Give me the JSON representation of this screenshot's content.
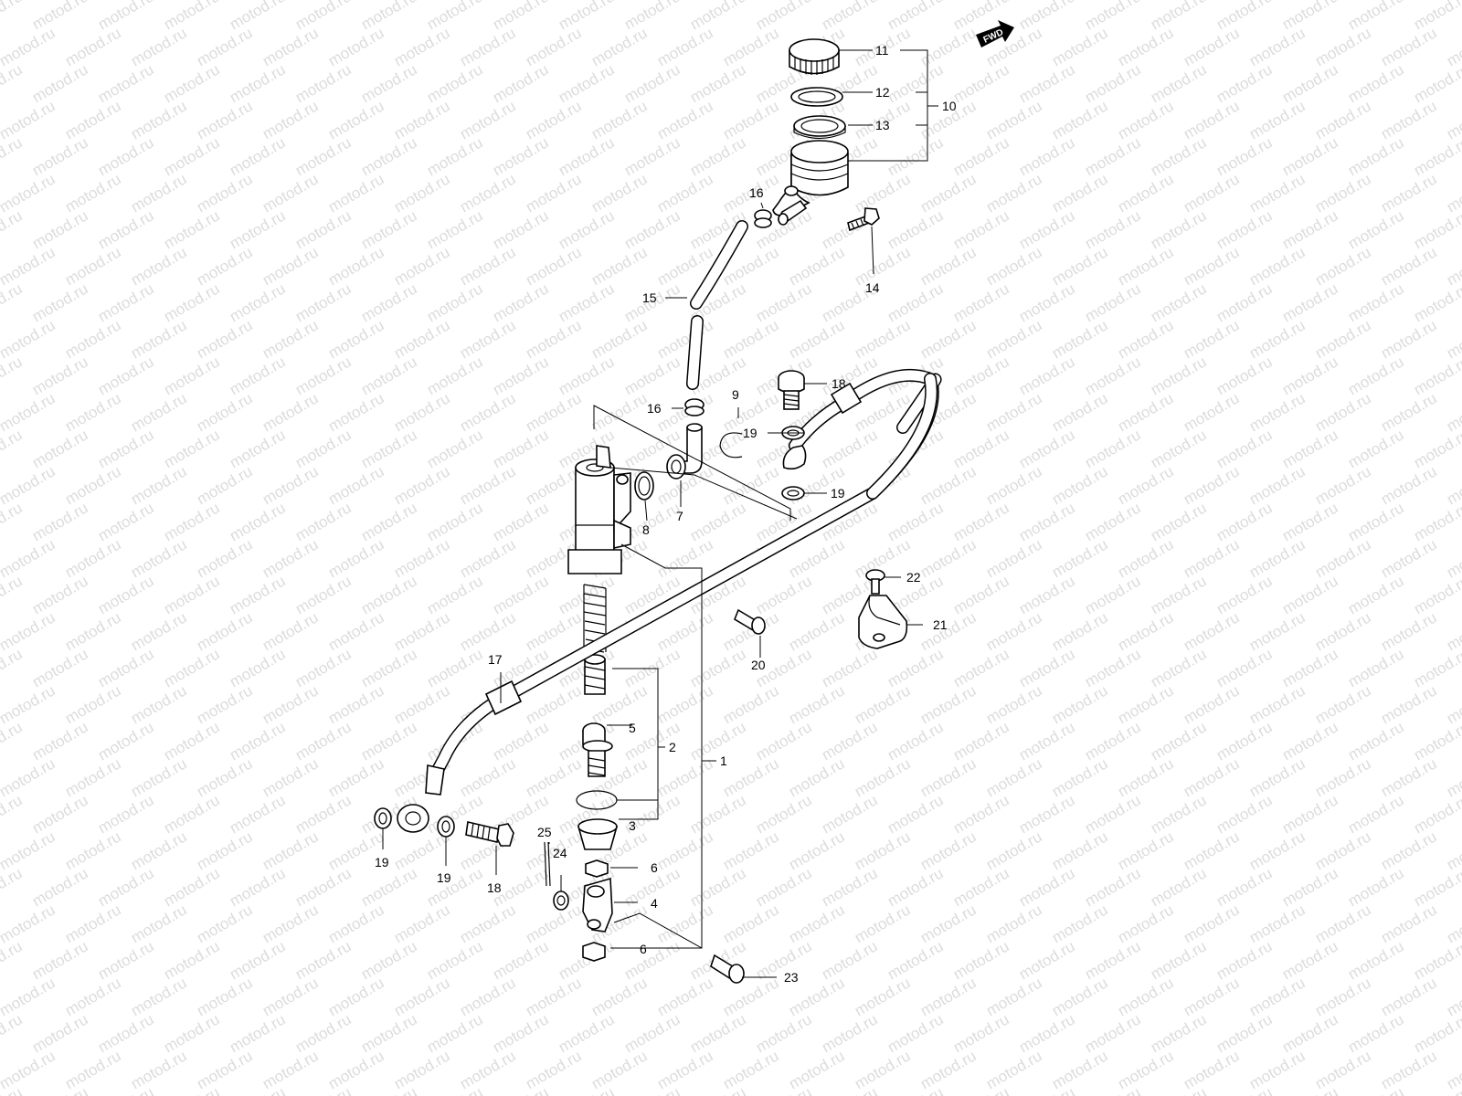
{
  "watermark": "motod.ru",
  "direction_badge": "FWD",
  "callouts": [
    {
      "id": "c1",
      "text": "1"
    },
    {
      "id": "c2",
      "text": "2"
    },
    {
      "id": "c3",
      "text": "3"
    },
    {
      "id": "c4",
      "text": "4"
    },
    {
      "id": "c5",
      "text": "5"
    },
    {
      "id": "c6a",
      "text": "6"
    },
    {
      "id": "c6b",
      "text": "6"
    },
    {
      "id": "c7",
      "text": "7"
    },
    {
      "id": "c8",
      "text": "8"
    },
    {
      "id": "c9",
      "text": "9"
    },
    {
      "id": "c10",
      "text": "10"
    },
    {
      "id": "c11",
      "text": "11"
    },
    {
      "id": "c12",
      "text": "12"
    },
    {
      "id": "c13",
      "text": "13"
    },
    {
      "id": "c14",
      "text": "14"
    },
    {
      "id": "c15",
      "text": "15"
    },
    {
      "id": "c16a",
      "text": "16"
    },
    {
      "id": "c16b",
      "text": "16"
    },
    {
      "id": "c17",
      "text": "17"
    },
    {
      "id": "c18a",
      "text": "18"
    },
    {
      "id": "c18b",
      "text": "18"
    },
    {
      "id": "c19a",
      "text": "19"
    },
    {
      "id": "c19b",
      "text": "19"
    },
    {
      "id": "c19c",
      "text": "19"
    },
    {
      "id": "c19d",
      "text": "19"
    },
    {
      "id": "c20",
      "text": "20"
    },
    {
      "id": "c21",
      "text": "21"
    },
    {
      "id": "c22",
      "text": "22"
    },
    {
      "id": "c23",
      "text": "23"
    },
    {
      "id": "c24",
      "text": "24"
    },
    {
      "id": "c25",
      "text": "25"
    }
  ]
}
